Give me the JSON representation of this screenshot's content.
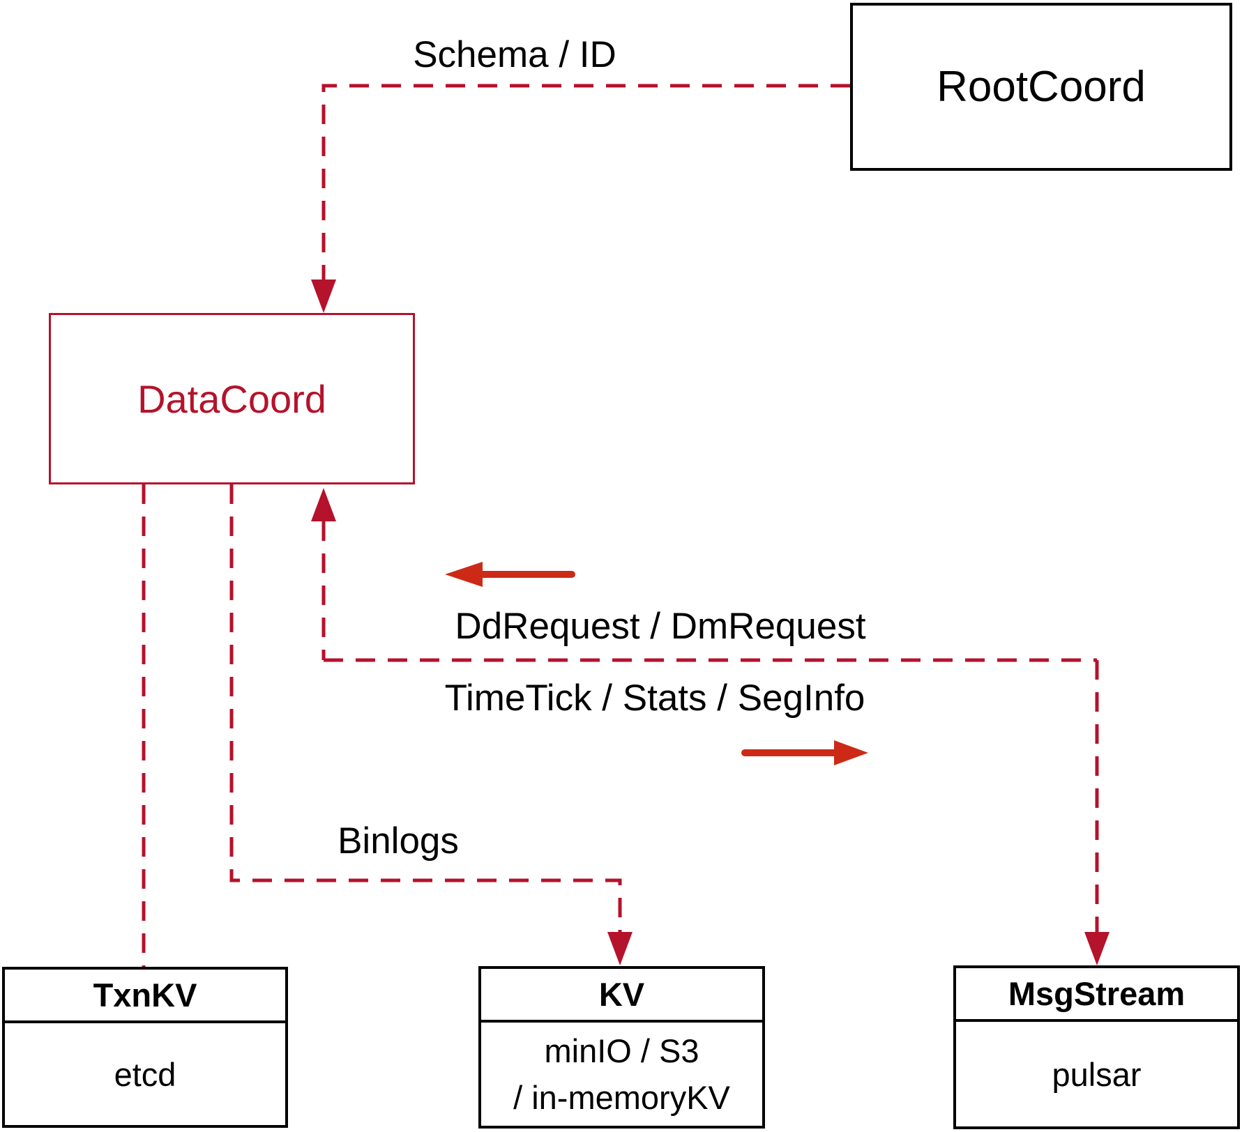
{
  "diagram": {
    "nodes": {
      "rootcoord": {
        "label": "RootCoord"
      },
      "datacoord": {
        "label": "DataCoord"
      },
      "txnkv": {
        "title": "TxnKV",
        "impl": "etcd"
      },
      "kv": {
        "title": "KV",
        "impl_line1": "minIO / S3",
        "impl_line2": "/ in-memoryKV"
      },
      "msgstream": {
        "title": "MsgStream",
        "impl": "pulsar"
      }
    },
    "edge_labels": {
      "schema_id": "Schema / ID",
      "dd_dm_request": "DdRequest / DmRequest",
      "timetick_stats_seginfo": "TimeTick / Stats / SegInfo",
      "binlogs": "Binlogs"
    },
    "edges": [
      {
        "from": "RootCoord",
        "to": "DataCoord",
        "label": "Schema / ID",
        "style": "dashed-arrow"
      },
      {
        "from": "MsgStream",
        "to": "DataCoord",
        "label": "DdRequest / DmRequest | TimeTick / Stats / SegInfo",
        "style": "dashed-double-arrow"
      },
      {
        "from": "DataCoord",
        "to": "TxnKV",
        "label": "",
        "style": "dashed"
      },
      {
        "from": "DataCoord",
        "to": "KV",
        "label": "Binlogs",
        "style": "dashed-arrow"
      }
    ],
    "colors": {
      "dash": "#b5122b",
      "solid": "#cc2a17",
      "black": "#000000",
      "bg": "#ffffff"
    }
  }
}
